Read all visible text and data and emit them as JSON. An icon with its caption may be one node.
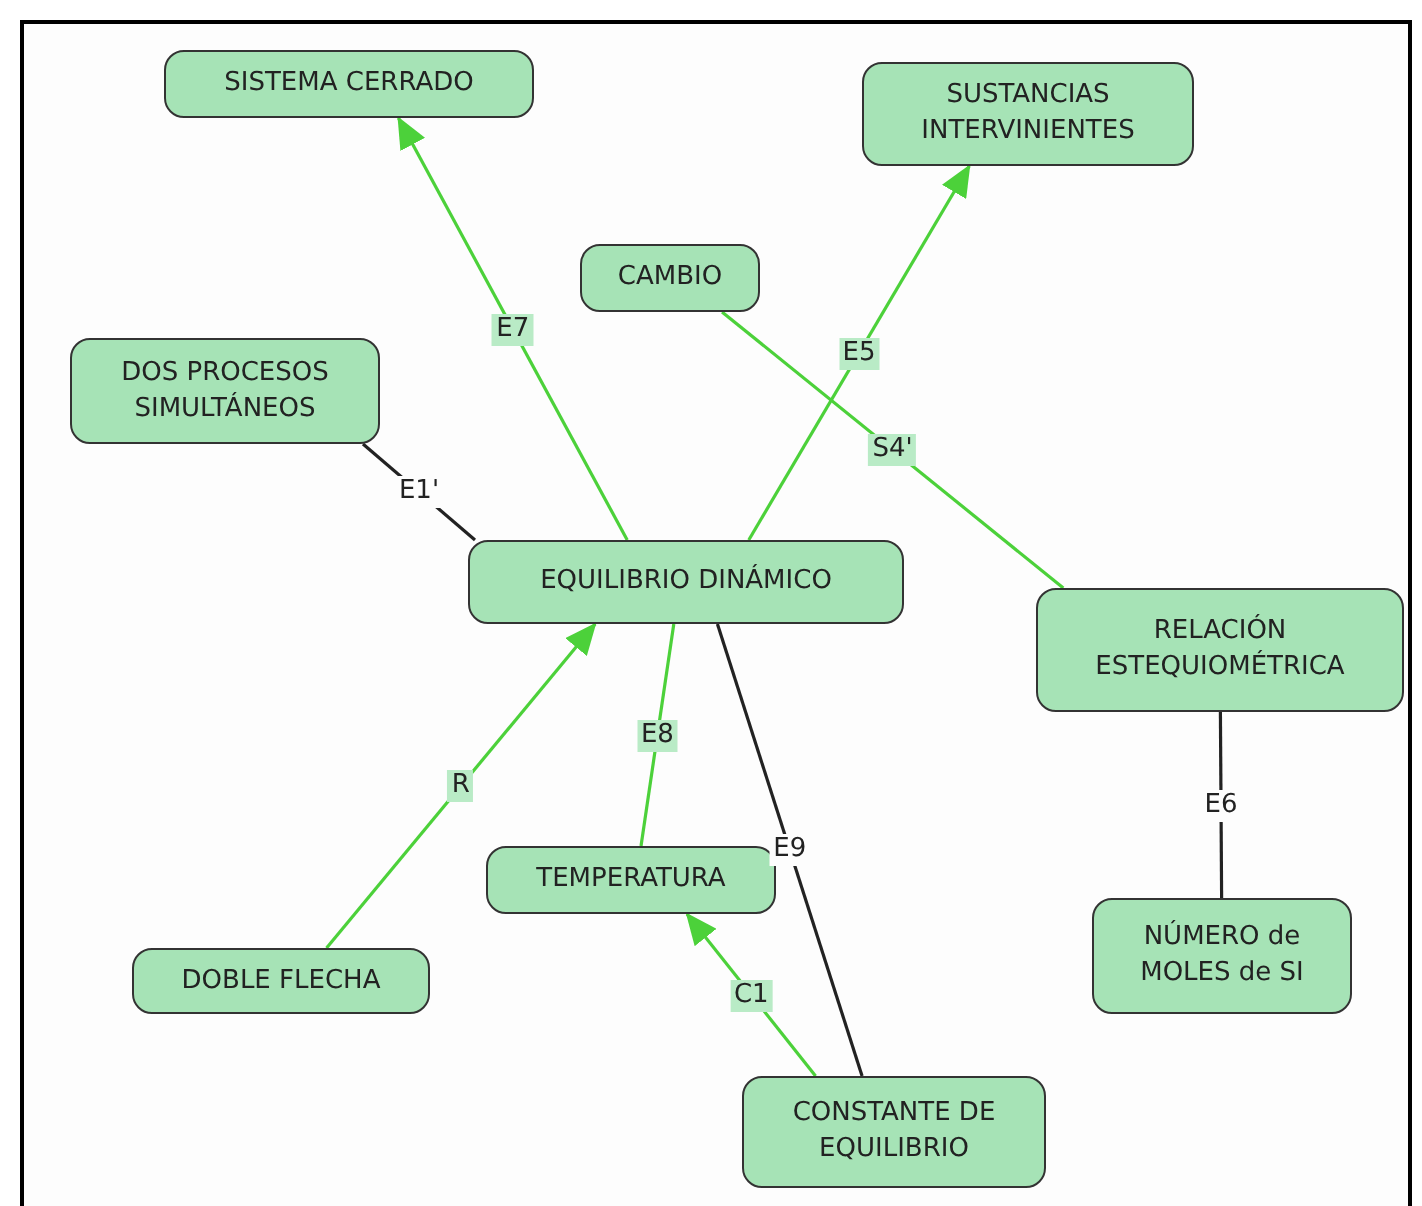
{
  "diagram": {
    "nodes": [
      {
        "text": [
          "SISTEMA CERRADO"
        ]
      },
      {
        "text": [
          "SUSTANCIAS INTERVINIENTES"
        ]
      },
      {
        "text": [
          "CAMBIO"
        ]
      },
      {
        "text": [
          "DOS PROCESOS SIMULTÁNEOS"
        ]
      },
      {
        "text": [
          "EQUILIBRIO DINÁMICO"
        ]
      },
      {
        "text": [
          "RELACIÓN ESTEQUIOMÉTRICA"
        ]
      },
      {
        "text": [
          "DOBLE FLECHA"
        ]
      },
      {
        "text": [
          "TEMPERATURA"
        ]
      },
      {
        "text": [
          "NÚMERO de MOLES de SI"
        ]
      },
      {
        "text": [
          "CONSTANTE DE EQUILIBRIO"
        ]
      }
    ],
    "edges": [
      {
        "from": 4,
        "to": 0,
        "arrow": "to",
        "label": "E7"
      },
      {
        "from": 4,
        "to": 1,
        "arrow": "to",
        "label": "E5"
      },
      {
        "from": 3,
        "to": 4,
        "arrow": "none",
        "label": "E1'",
        "color": "#222222"
      },
      {
        "from": 2,
        "to": 5,
        "arrow": "none",
        "label": "S4'"
      },
      {
        "from": 6,
        "to": 4,
        "arrow": "to",
        "label": "R"
      },
      {
        "from": 7,
        "to": 4,
        "arrow": "none",
        "label": "E8"
      },
      {
        "from": 9,
        "to": 4,
        "arrow": "none",
        "label": "E9",
        "color": "#222222"
      },
      {
        "from": 9,
        "to": 7,
        "arrow": "to",
        "label": "C1"
      },
      {
        "from": 5,
        "to": 8,
        "arrow": "none",
        "label": "E6",
        "color": "#222222"
      }
    ]
  }
}
